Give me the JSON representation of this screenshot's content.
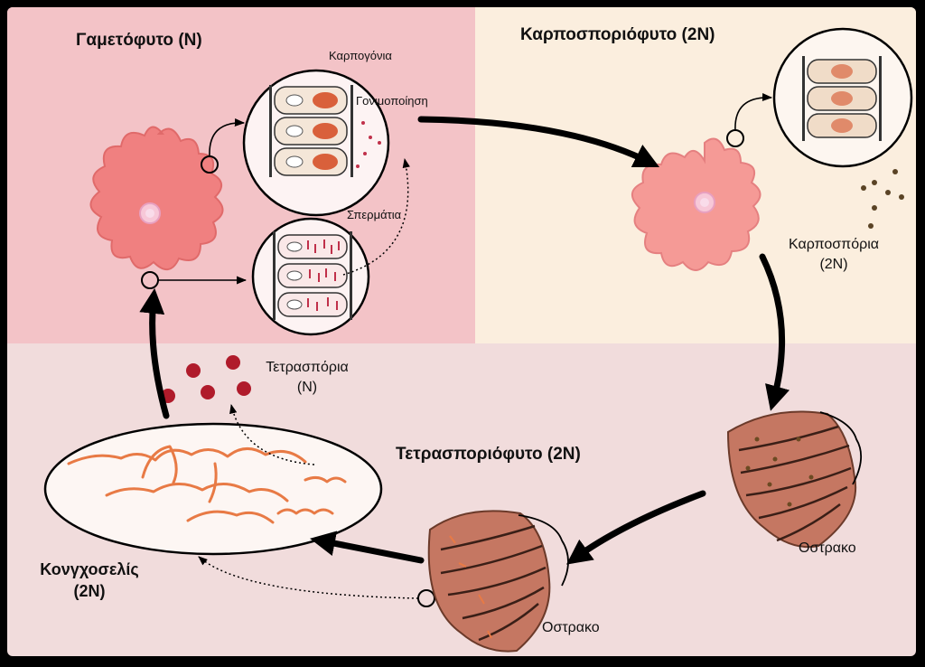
{
  "regions": {
    "gametophyte": {
      "title": "Γαμετόφυτο (Ν)",
      "color": "#f3c3c7"
    },
    "carposporophyte": {
      "title": "Καρποσποριόφυτο (2Ν)",
      "color": "#fbeede"
    },
    "tetrasporophyte": {
      "title": "Τετρασποριόφυτο (2Ν)",
      "color": "#f1dcdc"
    }
  },
  "labels": {
    "carpogonia": "Καρπογόνια",
    "fertilization": "Γονιμοποίηση",
    "spermatia": "Σπερμάτια",
    "carpospores_line1": "Καρποσπόρια",
    "carpospores_line2": "(2Ν)",
    "tetraspores_line1": "Τετρασπόρια",
    "tetraspores_line2": "(Ν)",
    "conchocelis_line1": "Κονγχοσελίς",
    "conchocelis_line2": "(2Ν)",
    "shell_right": "Οστρακο",
    "shell_left": "Οστρακο"
  },
  "colors": {
    "thallus_fill": "#f08080",
    "thallus_stroke": "#e06a6a",
    "filament": "#e87a45",
    "spore": "#b01b2b",
    "carpospore_dot": "#5a4325",
    "shell": "#c57762",
    "arrow": "#000000"
  }
}
